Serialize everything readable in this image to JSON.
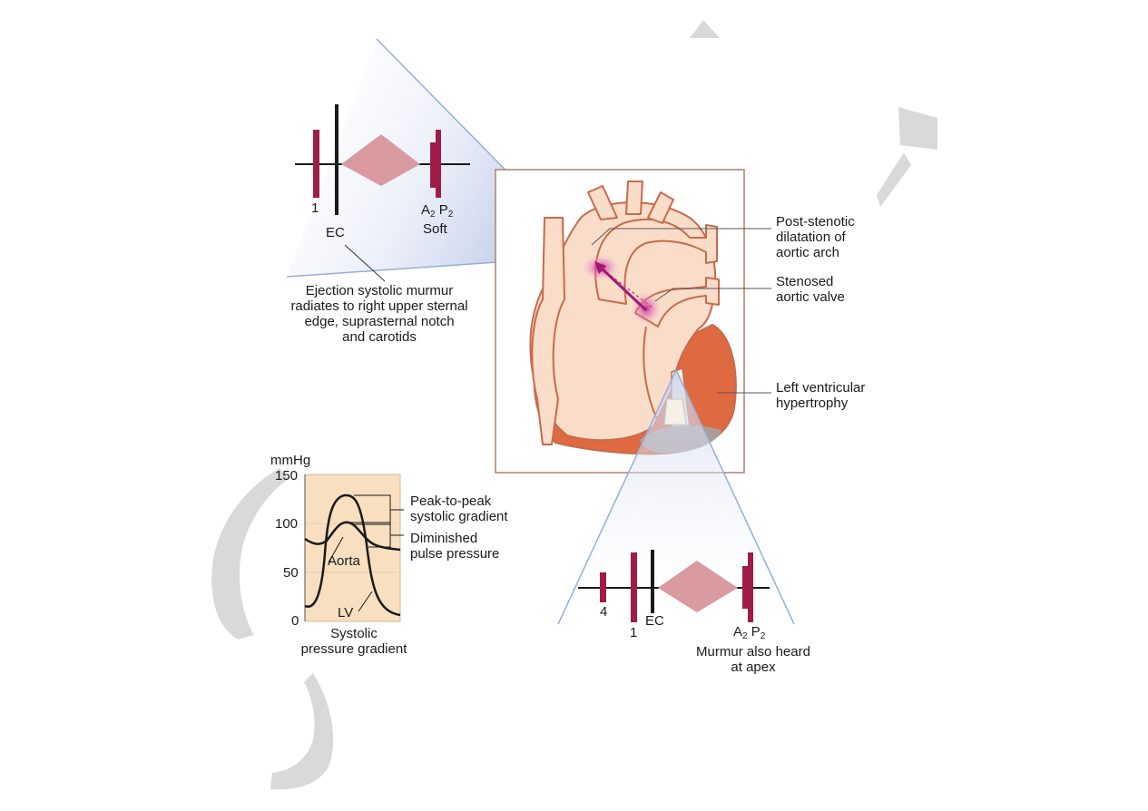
{
  "colors": {
    "murmur_diamond": "#d99aa0",
    "heart_sound_bar": "#a01c48",
    "heart_fill": "#f9ddc9",
    "heart_outline": "#c86a4c",
    "ventricle_muscle": "#df6a42",
    "cone_fill": "#d3daf0",
    "cone_line": "#97aed6",
    "chart_background": "#f7dfc0",
    "watermark": "#d9d9d9",
    "jet": "#a2177a",
    "frame": "#b0806a"
  },
  "top_phonocardiogram": {
    "s1_label": "1",
    "ec_label": "EC",
    "a2_letter": "A",
    "a2_sub": "2",
    "p2_letter": "P",
    "p2_sub": "2",
    "soft_label": "Soft"
  },
  "top_caption": {
    "line1": "Ejection systolic murmur",
    "line2": "radiates to right upper sternal",
    "line3": "edge, suprasternal notch",
    "line4": "and carotids"
  },
  "heart_labels": {
    "post_stenotic": [
      "Post-stenotic",
      "dilatation of",
      "aortic arch"
    ],
    "stenosed_valve": [
      "Stenosed",
      "aortic valve"
    ],
    "lvh": [
      "Left ventricular",
      "hypertrophy"
    ]
  },
  "bottom_phonocardiogram": {
    "s4_label": "4",
    "s1_label": "1",
    "ec_label": "EC",
    "a2_letter": "A",
    "a2_sub": "2",
    "p2_letter": "P",
    "p2_sub": "2",
    "caption_line1": "Murmur also heard",
    "caption_line2": "at apex"
  },
  "pressure_chart": {
    "unit": "mmHg",
    "ticks": [
      "150",
      "100",
      "50",
      "0"
    ],
    "aorta_label": "Aorta",
    "lv_label": "LV",
    "peak_label": [
      "Peak-to-peak",
      "systolic gradient"
    ],
    "pulse_label": [
      "Diminished",
      "pulse pressure"
    ],
    "caption": [
      "Systolic",
      "pressure gradient"
    ]
  }
}
